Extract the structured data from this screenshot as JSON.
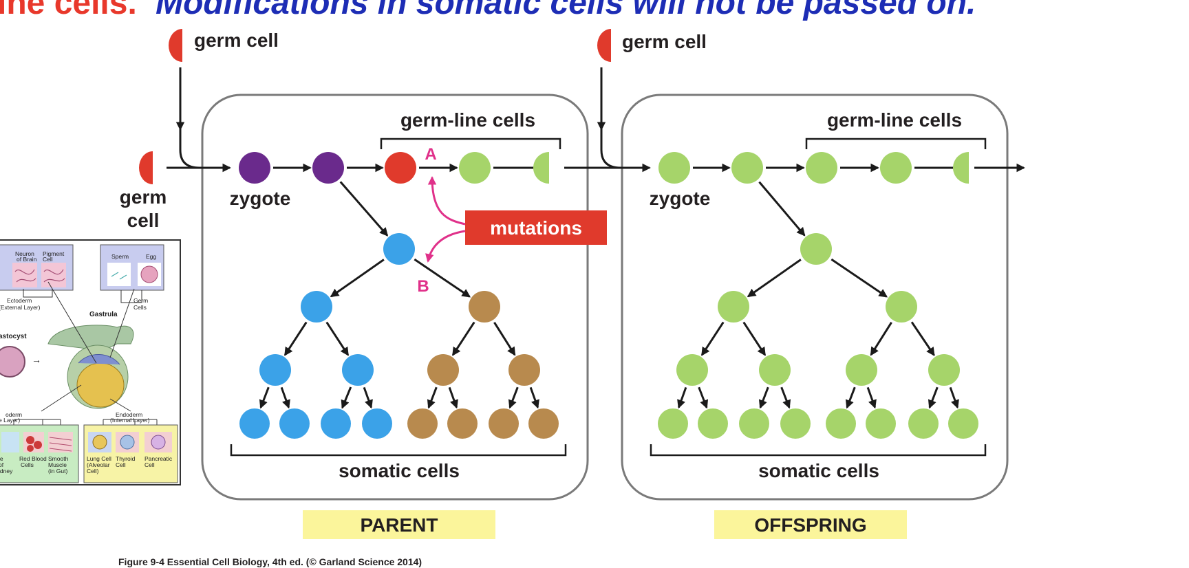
{
  "header": {
    "part1": "ine cells.",
    "part2": "Modifications in somatic cells will not be passed on.",
    "color1": "#e8382b",
    "color2": "#1d2db5"
  },
  "labels": {
    "germ_cell": "germ cell",
    "germ": "germ",
    "cell": "cell",
    "zygote": "zygote",
    "germ_line_cells": "germ-line cells",
    "somatic_cells": "somatic cells",
    "mutations": "mutations",
    "mutation_a": "A",
    "mutation_b": "B",
    "parent": "PARENT",
    "offspring": "OFFSPRING"
  },
  "caption": "Figure 9-4  Essential Cell Biology, 4th ed. (© Garland Science 2014)",
  "inset": {
    "neuron": [
      "Neuron",
      "of Brain"
    ],
    "pigment": [
      "Pigment",
      "Cell"
    ],
    "ectoderm": [
      "Ectoderm",
      "(External Layer)"
    ],
    "sperm": "Sperm",
    "egg": "Egg",
    "germ_cells": [
      "Germ",
      "Cells"
    ],
    "gastrula": "Gastrula",
    "blastocyst": "astocyst",
    "mesoderm": [
      "oderm",
      "e Layer)"
    ],
    "endoderm": [
      "Endoderm",
      "(Internal Layer)"
    ],
    "kidney": [
      "le",
      "of",
      "idney"
    ],
    "red_blood": [
      "Red Blood",
      "Cells"
    ],
    "smooth": [
      "Smooth",
      "Muscle",
      "(in Gut)"
    ],
    "lung": [
      "Lung Cell",
      "(Alveolar",
      "Cell)"
    ],
    "thyroid": [
      "Thyroid",
      "Cell"
    ],
    "pancreatic": [
      "Pancreatic",
      "Cell"
    ]
  },
  "colors": {
    "germ_red": "#e03a2c",
    "zygote_purple": "#6a2a8c",
    "somatic_blue": "#3ba2e8",
    "mutant_brown": "#b88a4e",
    "offspring_green": "#a6d46a",
    "mutation_pink": "#e0318a",
    "label_yellow": "#fbf59b",
    "panel_border": "#7a7a7a"
  }
}
